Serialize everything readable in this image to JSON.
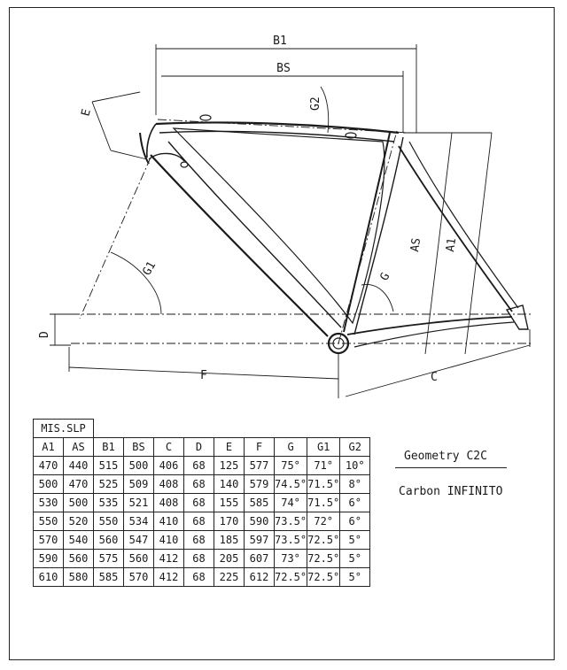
{
  "dimension_labels": {
    "b1": "B1",
    "bs": "BS",
    "e": "E",
    "g2": "G2",
    "g1": "G1",
    "as": "AS",
    "a1": "A1",
    "g": "G",
    "d": "D",
    "f": "F",
    "c": "C"
  },
  "table": {
    "caption": "MIS.SLP",
    "headers": [
      "A1",
      "AS",
      "B1",
      "BS",
      "C",
      "D",
      "E",
      "F",
      "G",
      "G1",
      "G2"
    ],
    "rows": [
      [
        "470",
        "440",
        "515",
        "500",
        "406",
        "68",
        "125",
        "577",
        "75°",
        "71°",
        "10°"
      ],
      [
        "500",
        "470",
        "525",
        "509",
        "408",
        "68",
        "140",
        "579",
        "74.5°",
        "71.5°",
        "8°"
      ],
      [
        "530",
        "500",
        "535",
        "521",
        "408",
        "68",
        "155",
        "585",
        "74°",
        "71.5°",
        "6°"
      ],
      [
        "550",
        "520",
        "550",
        "534",
        "410",
        "68",
        "170",
        "590",
        "73.5°",
        "72°",
        "6°"
      ],
      [
        "570",
        "540",
        "560",
        "547",
        "410",
        "68",
        "185",
        "597",
        "73.5°",
        "72.5°",
        "5°"
      ],
      [
        "590",
        "560",
        "575",
        "560",
        "412",
        "68",
        "205",
        "607",
        "73°",
        "72.5°",
        "5°"
      ],
      [
        "610",
        "580",
        "585",
        "570",
        "412",
        "68",
        "225",
        "612",
        "72.5°",
        "72.5°",
        "5°"
      ]
    ]
  },
  "titles": {
    "geometry": "Geometry C2C",
    "material": "Carbon INFINITO"
  }
}
